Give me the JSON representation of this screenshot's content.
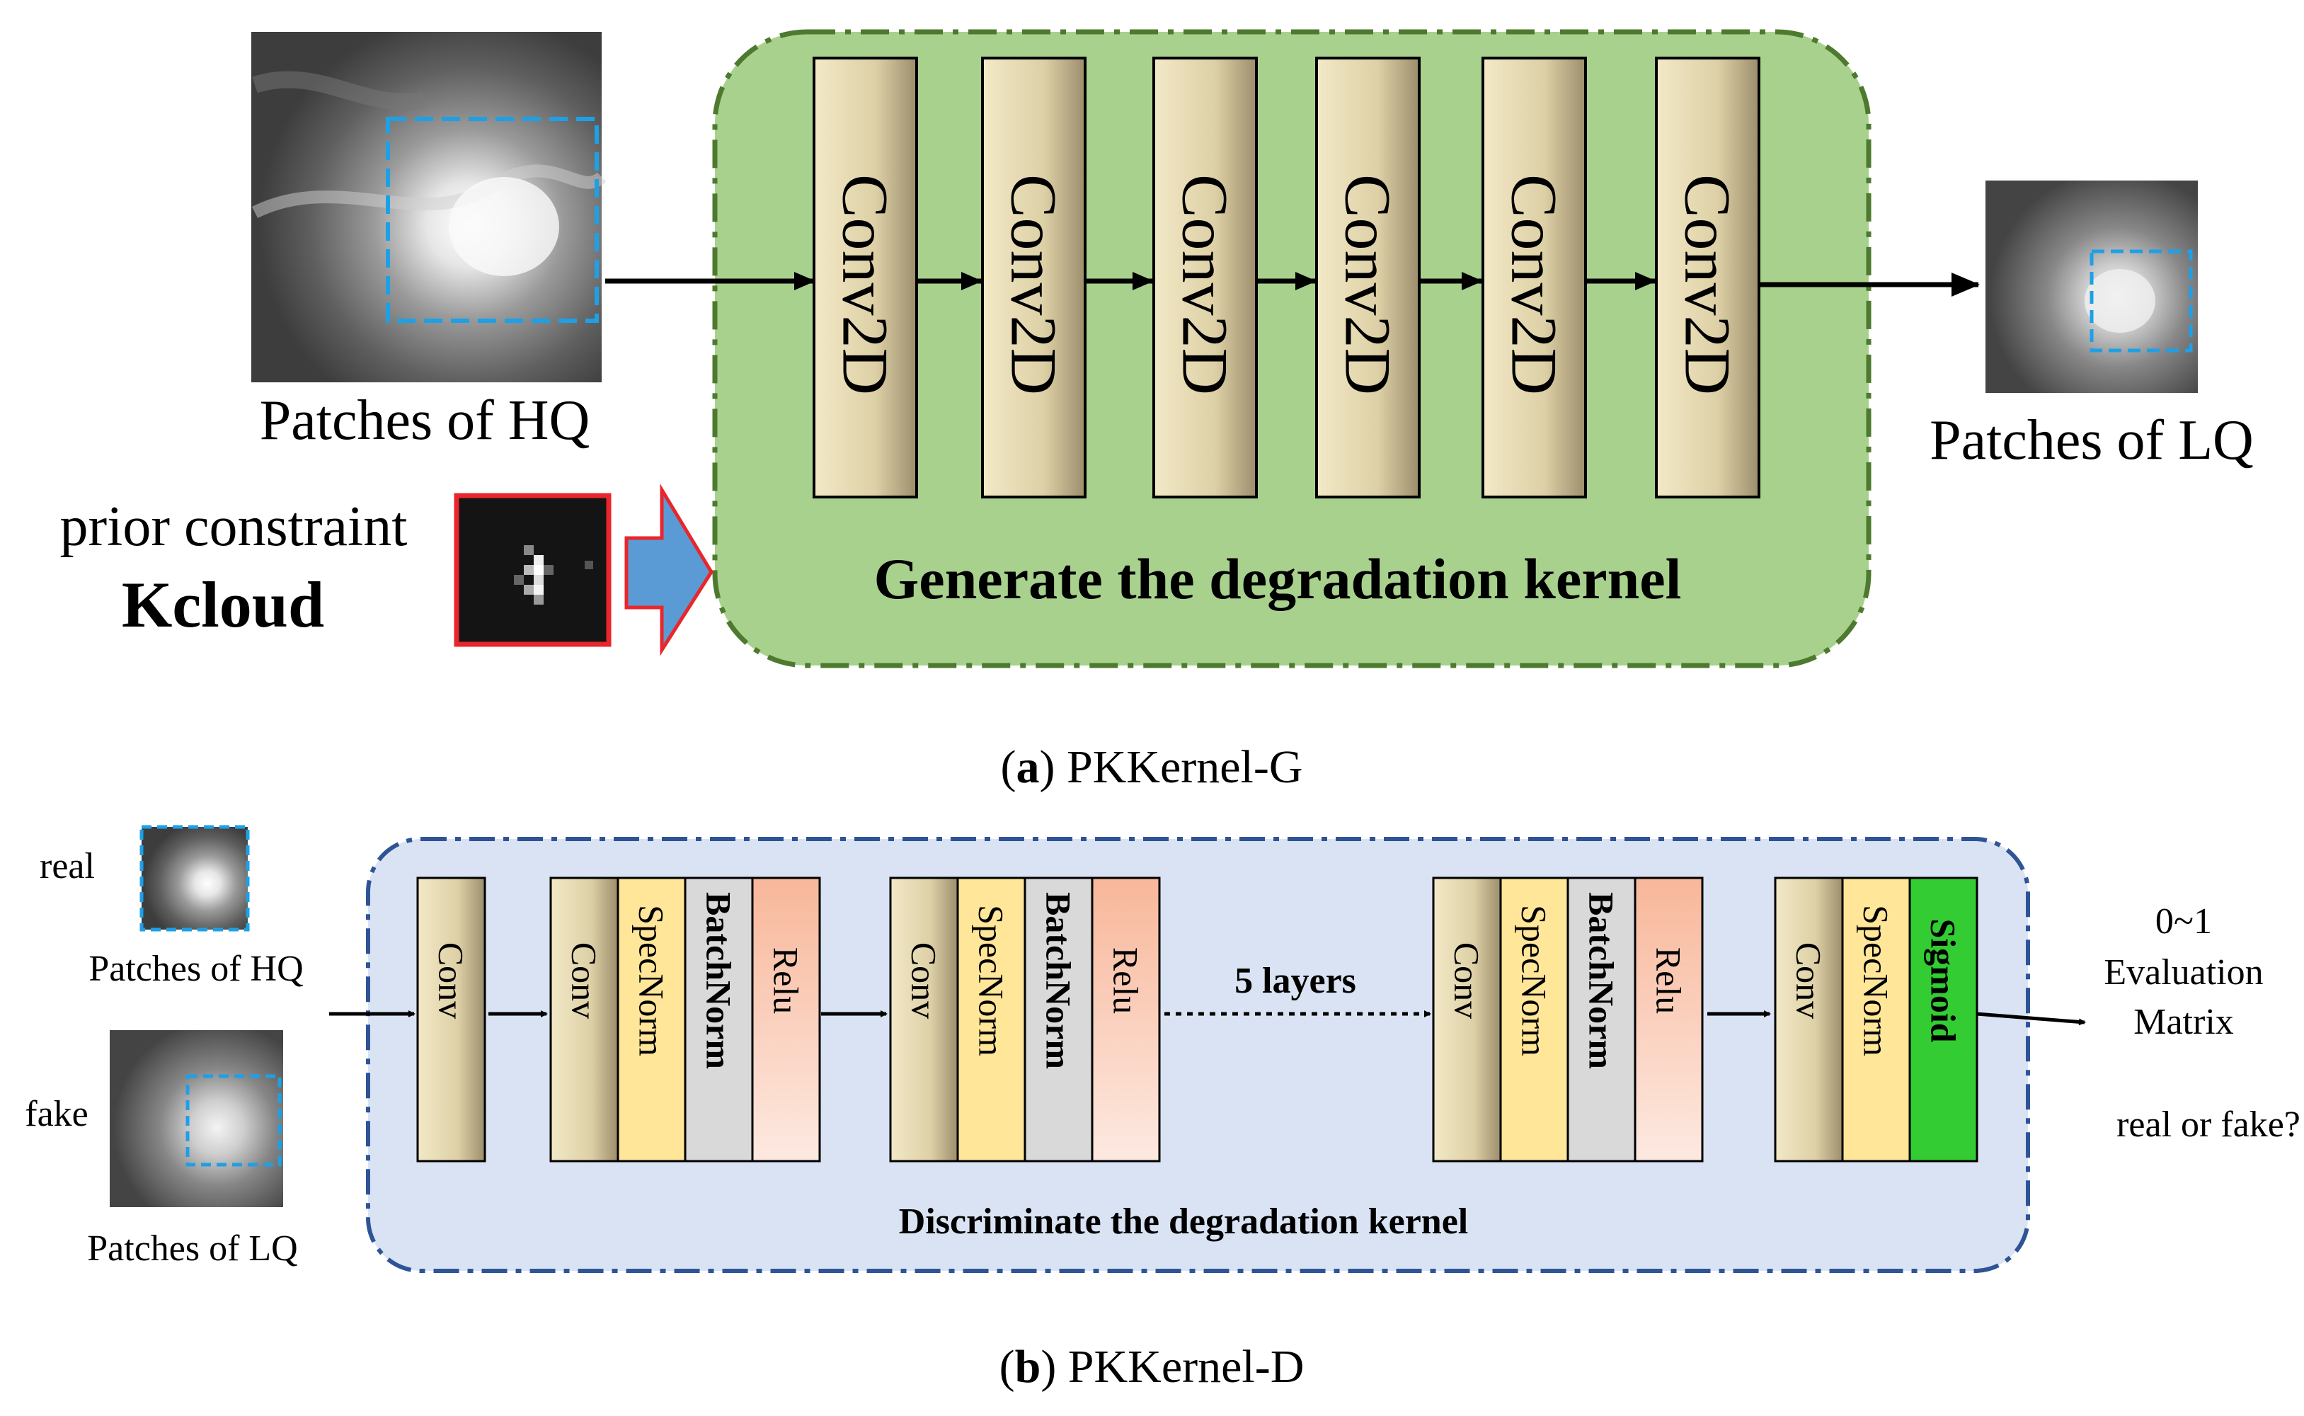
{
  "panel_a": {
    "input_label": "Patches of HQ",
    "output_label": "Patches of LQ",
    "prior_label": "prior constraint",
    "prior_name": "Kcloud",
    "conv_label": "Conv2D",
    "conv_count": 6,
    "box_label": "Generate the degradation kernel",
    "caption_letter": "a",
    "caption_text": "PKKernel-G"
  },
  "panel_b": {
    "real_label": "real",
    "fake_label": "fake",
    "hq_label": "Patches of HQ",
    "lq_label": "Patches of LQ",
    "first_layer": "Conv",
    "block_layers": [
      "Conv",
      "SpecNorm",
      "BatchNorm",
      "Relu"
    ],
    "final_layers": [
      "Conv",
      "SpecNorm",
      "Sigmoid"
    ],
    "skip_label": "5 layers",
    "box_label": "Discriminate the degradation kernel",
    "output_range": "0~1",
    "output_line1": "Evaluation",
    "output_line2": "Matrix",
    "output_question": "real or fake?",
    "caption_letter": "b",
    "caption_text": "PKKernel-D"
  },
  "colors": {
    "green_fill": "#a9d18e",
    "green_border": "#4d7a2e",
    "blue_fill": "#dae3f3",
    "blue_border": "#2f5496",
    "dash_blue": "#1ea0e6",
    "red_frame": "#e8262b",
    "arrow_blue": "#5b9bd5",
    "sigmoid_green": "#33cc33",
    "specnorm_yellow": "#ffe699",
    "batchnorm_gray": "#d9d9d9",
    "relu_top": "#f8b79a",
    "relu_bottom": "#fde9e1"
  }
}
